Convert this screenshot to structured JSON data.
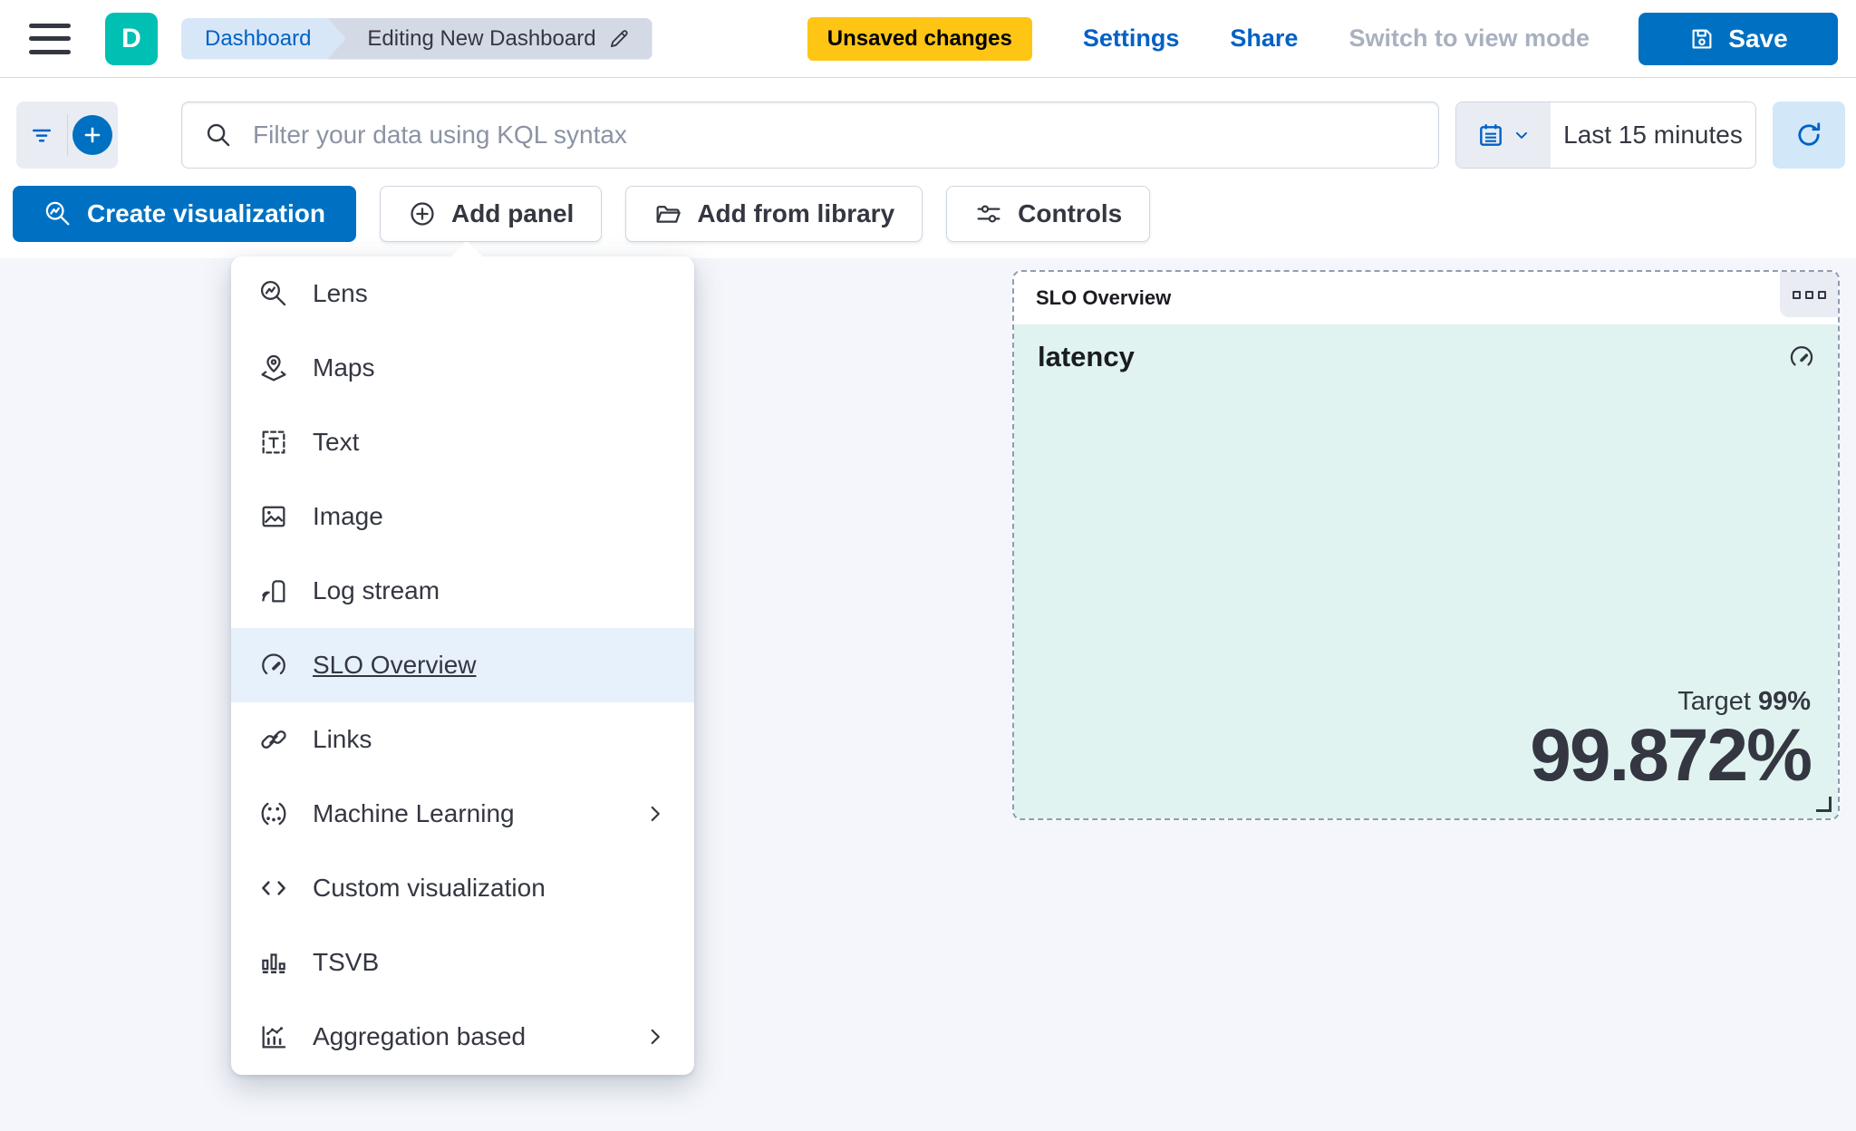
{
  "header": {
    "logo_letter": "D",
    "breadcrumbs": {
      "first": "Dashboard",
      "current": "Editing New Dashboard"
    },
    "unsaved_badge": "Unsaved changes",
    "settings_label": "Settings",
    "share_label": "Share",
    "view_mode_label": "Switch to view mode",
    "save_label": "Save"
  },
  "filter_bar": {
    "kql_placeholder": "Filter your data using KQL syntax",
    "time_range": "Last 15 minutes"
  },
  "toolbar": {
    "create_visualization_label": "Create visualization",
    "add_panel_label": "Add panel",
    "add_from_library_label": "Add from library",
    "controls_label": "Controls"
  },
  "add_panel_menu": {
    "items": [
      {
        "label": "Lens",
        "icon": "lens-icon",
        "selected": false,
        "has_submenu": false
      },
      {
        "label": "Maps",
        "icon": "maps-icon",
        "selected": false,
        "has_submenu": false
      },
      {
        "label": "Text",
        "icon": "text-icon",
        "selected": false,
        "has_submenu": false
      },
      {
        "label": "Image",
        "icon": "image-icon",
        "selected": false,
        "has_submenu": false
      },
      {
        "label": "Log stream",
        "icon": "log-stream-icon",
        "selected": false,
        "has_submenu": false
      },
      {
        "label": "SLO Overview",
        "icon": "gauge-icon",
        "selected": true,
        "has_submenu": false
      },
      {
        "label": "Links",
        "icon": "link-icon",
        "selected": false,
        "has_submenu": false
      },
      {
        "label": "Machine Learning",
        "icon": "machine-learning-icon",
        "selected": false,
        "has_submenu": true
      },
      {
        "label": "Custom visualization",
        "icon": "code-icon",
        "selected": false,
        "has_submenu": false
      },
      {
        "label": "TSVB",
        "icon": "bar-chart-icon",
        "selected": false,
        "has_submenu": false
      },
      {
        "label": "Aggregation based",
        "icon": "aggregation-chart-icon",
        "selected": false,
        "has_submenu": true
      }
    ]
  },
  "slo_panel": {
    "title": "SLO Overview",
    "metric_name": "latency",
    "target_label": "Target",
    "target_value": "99%",
    "value": "99.872%"
  },
  "colors": {
    "brand_teal": "#00bfb3",
    "primary_blue": "#0071c2",
    "link_blue": "#0061c6",
    "warning_yellow": "#fec514",
    "panel_mint": "#e0f3f0",
    "menu_highlight": "#e7f1fb",
    "canvas_bg": "#f4f6fb",
    "text_dark": "#343741"
  }
}
